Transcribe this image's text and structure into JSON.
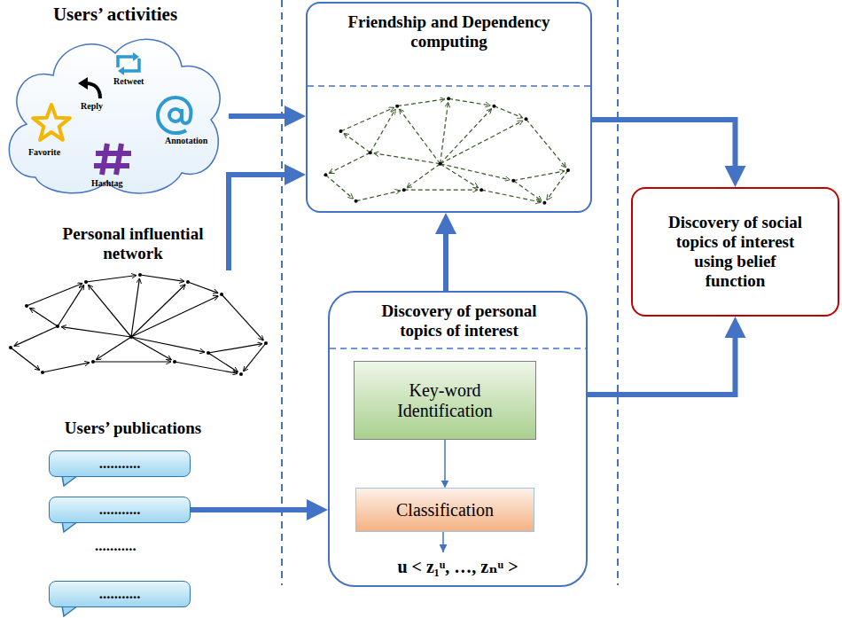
{
  "diagram": {
    "nodes": [
      {
        "text": [
          "Users’ activities",
          "Retweet",
          "Reply",
          "Annotation",
          "Favorite",
          "Hashtag"
        ]
      },
      {
        "text": [
          "Friendship and Dependency computing"
        ]
      },
      {
        "text": [
          "Discovery of social topics of interest using belief function"
        ]
      },
      {
        "text": [
          "Personal influential network"
        ]
      },
      {
        "text": [
          "Discovery of personal topics of interest",
          "u < z₁ᵘ, …, zₙᵘ >"
        ]
      },
      {
        "text": [
          "Key-word Identification"
        ],
        "in": 4
      },
      {
        "text": [
          "Classification"
        ],
        "in": 4
      },
      {
        "text": [
          "Users’ publications",
          "..........."
        ]
      },
      {
        "text": [
          "..........."
        ],
        "in": 7
      },
      {
        "text": [
          "..........."
        ],
        "in": 7
      },
      {
        "text": [
          "..........."
        ],
        "in": 7
      }
    ],
    "edges": [
      {
        "from": 0,
        "to": 1,
        "arrow": "to"
      },
      {
        "from": 3,
        "to": 1,
        "arrow": "to"
      },
      {
        "from": 4,
        "to": 1,
        "arrow": "to"
      },
      {
        "from": 1,
        "to": 2,
        "arrow": "to"
      },
      {
        "from": 4,
        "to": 2,
        "arrow": "to"
      },
      {
        "from": 5,
        "to": 6,
        "arrow": "to"
      },
      {
        "from": 9,
        "to": 4,
        "arrow": "to"
      }
    ]
  }
}
